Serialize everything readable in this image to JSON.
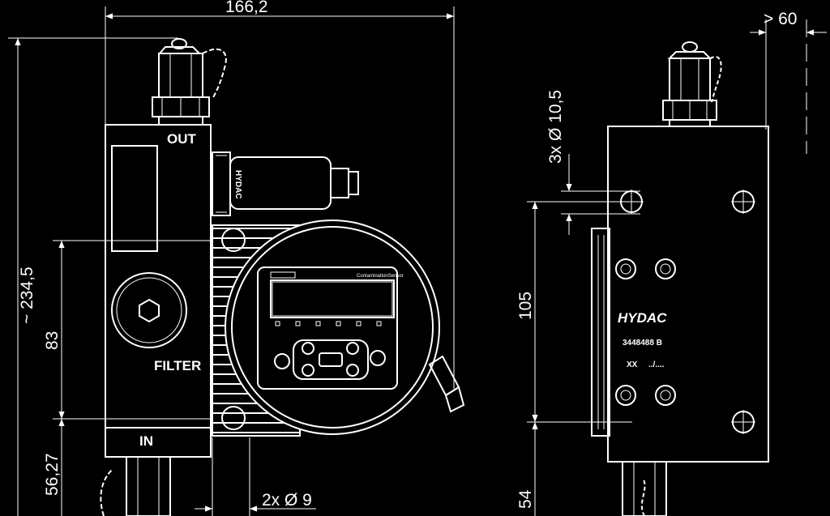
{
  "dimensions": {
    "width_top": "166,2",
    "height_total": "~ 234,5",
    "filter_height": "83",
    "inlet_offset": "56,27",
    "holes_side": "2x Ø 9",
    "holes_rear": "3x Ø 10,5",
    "rear_height": "105",
    "rear_bottom": "54",
    "clearance": "> 60"
  },
  "labels": {
    "out": "OUT",
    "filter": "FILTER",
    "in": "IN",
    "brand": "HYDAC",
    "part_number": "3448488 B",
    "date_code_a": "XX",
    "date_code_b": "../....",
    "sensor_brand": "HYDAC"
  }
}
